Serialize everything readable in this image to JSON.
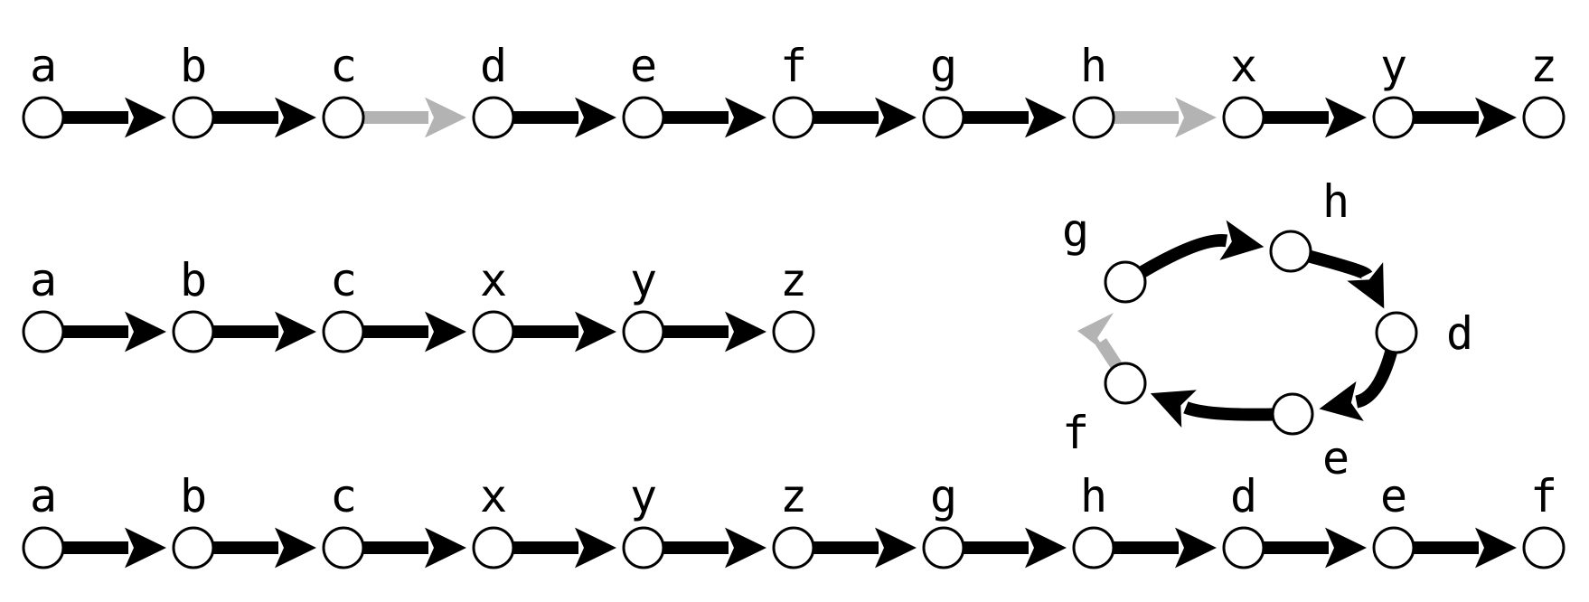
{
  "colors": {
    "edge": "#000000",
    "highlight_edge": "#b3b3b3",
    "node_fill": "#ffffff",
    "node_stroke": "#000000"
  },
  "chains": [
    {
      "nodes": [
        "a",
        "b",
        "c",
        "d",
        "e",
        "f",
        "g",
        "h",
        "x",
        "y",
        "z"
      ],
      "highlighted_edges": [
        2,
        7
      ]
    },
    {
      "nodes": [
        "a",
        "b",
        "c",
        "x",
        "y",
        "z"
      ],
      "highlighted_edges": []
    },
    {
      "nodes": [
        "a",
        "b",
        "c",
        "x",
        "y",
        "z",
        "g",
        "h",
        "d",
        "e",
        "f"
      ],
      "highlighted_edges": []
    }
  ],
  "cycle": {
    "nodes": [
      "g",
      "h",
      "d",
      "e",
      "f"
    ],
    "highlighted_edges": [
      4
    ]
  }
}
